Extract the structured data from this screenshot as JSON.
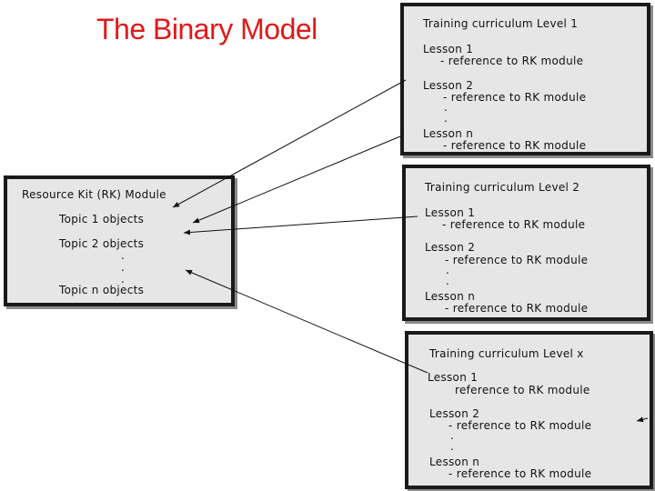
{
  "title": "The Binary Model",
  "rk_module": {
    "heading": "Resource Kit (RK) Module",
    "topic1": "Topic 1 objects",
    "topic2": "Topic 2 objects",
    "dots": [
      ".",
      ".",
      "."
    ],
    "topicn": "Topic n objects"
  },
  "curricula": [
    {
      "heading": "Training curriculum Level 1",
      "lesson1": "Lesson 1",
      "ref1": "- reference to RK module",
      "lesson2": "Lesson 2",
      "ref2": "- reference to RK module",
      "dots": [
        ".",
        "."
      ],
      "lessonn": "Lesson n",
      "refn": "- reference to RK module"
    },
    {
      "heading": "Training curriculum Level 2",
      "lesson1": "Lesson 1",
      "ref1": "- reference to RK module",
      "lesson2": "Lesson 2",
      "ref2": "- reference to RK module",
      "dots": [
        ".",
        "."
      ],
      "lessonn": "Lesson n",
      "refn": "- reference to RK module"
    },
    {
      "heading": "Training curriculum Level x",
      "lesson1": "Lesson 1",
      "ref1": "reference to RK module",
      "lesson2": "Lesson 2",
      "ref2": "- reference to RK module",
      "dots": [
        ".",
        "."
      ],
      "lessonn": "Lesson n",
      "refn": "- reference to RK module"
    }
  ],
  "colors": {
    "title": "#e01818",
    "box_fill": "#e6e6e6",
    "box_border": "#1a1a1a"
  }
}
